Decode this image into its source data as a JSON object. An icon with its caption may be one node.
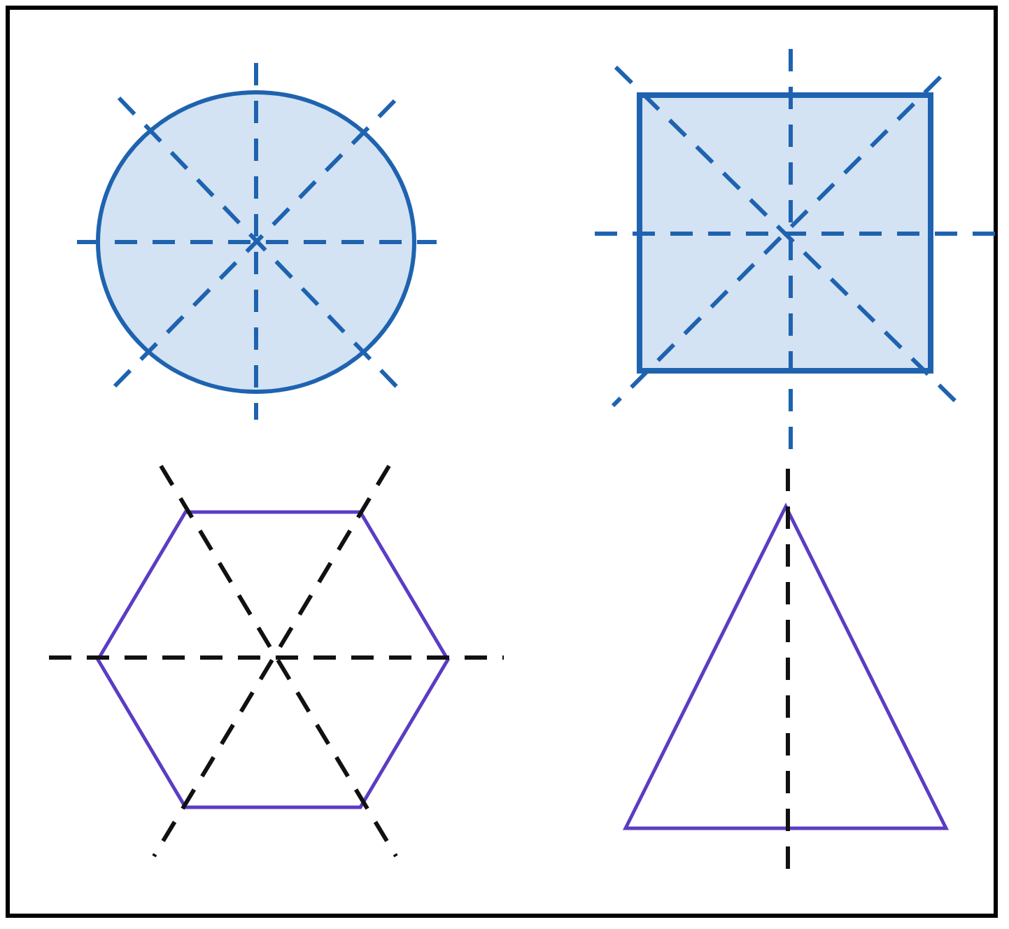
{
  "diagram": {
    "nodes": [
      {
        "text": [],
        "shape": "circle"
      },
      {
        "text": [],
        "shape": "box"
      },
      {
        "text": [],
        "shape": "hexagon"
      },
      {
        "text": [],
        "shape": "triangle"
      }
    ]
  }
}
